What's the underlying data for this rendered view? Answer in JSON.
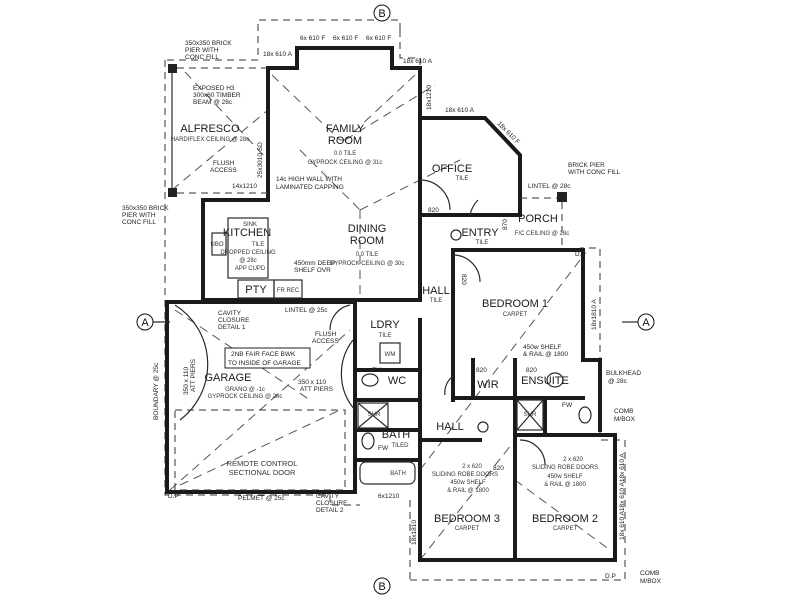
{
  "section_markers": {
    "top": "B",
    "bottom": "B",
    "left": "A",
    "right": "A"
  },
  "rooms": {
    "family": {
      "name1": "FAMILY",
      "name2": "ROOM",
      "finish": "GYPROCK CEILING @ 31c",
      "floor": "0.0 TILE"
    },
    "alfresco": {
      "name": "ALFRESCO",
      "finish": "HARDIFLEX CEILING @ 28c"
    },
    "kitchen": {
      "name": "KITCHEN",
      "sink": "SINK",
      "finish1": "DROPPED CEILING",
      "finish2": "@ 28c",
      "ubo": "UBO",
      "tile": "TILE",
      "cupd": "APP CUPD"
    },
    "dining": {
      "name1": "DINING",
      "name2": "ROOM",
      "finish": "GYPROCK CEILING @ 30c",
      "floor": "0.0 TILE"
    },
    "office": {
      "name": "OFFICE",
      "floor": "TILE"
    },
    "entry": {
      "name": "ENTRY",
      "floor": "TILE"
    },
    "porch": {
      "name": "PORCH",
      "finish": "F/C CEILING @ 28c"
    },
    "hall1": {
      "name": "HALL",
      "floor": "TILE"
    },
    "hall2": {
      "name": "HALL"
    },
    "bedroom1": {
      "name": "BEDROOM 1",
      "floor": "CARPET"
    },
    "ensuite": {
      "name": "ENSUITE"
    },
    "wir": {
      "name": "WIR"
    },
    "ldry": {
      "name": "LDRY",
      "floor": "TILE",
      "wm": "WM"
    },
    "wc": {
      "name": "WC"
    },
    "shr1": {
      "name": "SHR"
    },
    "shr2": {
      "name": "SHR"
    },
    "bath": {
      "name": "BATH",
      "floor": "TILED",
      "tub": "BATH"
    },
    "garage": {
      "name": "GARAGE",
      "finish1": "GRANO @ -1c",
      "finish2": "GYPROCK CEILING @ 28c"
    },
    "bedroom2": {
      "name": "BEDROOM 2",
      "floor": "CARPET"
    },
    "bedroom3": {
      "name": "BEDROOM 3",
      "floor": "CARPET"
    },
    "pty": {
      "name": "PTY"
    },
    "frrec": {
      "name": "FR REC"
    }
  },
  "notes": {
    "pier_tl": [
      "350x350 BRICK",
      "PIER WITH",
      "CONC FILL"
    ],
    "pier_bl": [
      "350x350 BRICK",
      "PIER WITH",
      "CONC FILL"
    ],
    "pier_porch": [
      "BRICK PIER",
      "WITH CONC FILL"
    ],
    "beam": [
      "EXPOSED H3",
      "300x60 TIMBER",
      "BEAM @ 28c"
    ],
    "flush1": [
      "FLUSH",
      "ACCESS"
    ],
    "flush2": [
      "FLUSH",
      "ACCESS"
    ],
    "highwall": [
      "14c HIGH WALL WITH",
      "LAMINATED CAPPING"
    ],
    "deep_shelf": [
      "450mm DEEP",
      "SHELF OVR"
    ],
    "fair_face": [
      "2NB FAIR FACE BWK",
      "TO INSIDE OF GARAGE"
    ],
    "cavity1": [
      "CAVITY",
      "CLOSURE",
      "DETAIL 1"
    ],
    "cavity2": [
      "CAVITY",
      "CLOSURE",
      "DETAIL 2"
    ],
    "piers": [
      "350 x 110",
      "ATT PIERS"
    ],
    "remote": [
      "REMOTE CONTROL",
      "SECTIONAL DOOR"
    ],
    "shelf1": [
      "450w SHELF",
      "& RAIL @ 1800"
    ],
    "shelf2": [
      "450w SHELF",
      "& RAIL @ 1800"
    ],
    "shelf3": [
      "450w SHELF",
      "& RAIL @ 1800"
    ],
    "robe1": [
      "2 x 620",
      "SLIDING ROBE DOORS"
    ],
    "robe2": [
      "2 x 620",
      "SLIDING ROBE DOORS"
    ],
    "bulkhead": [
      "BULKHEAD",
      "@ 28c"
    ],
    "comb1": [
      "COMB",
      "M/BOX"
    ],
    "comb2": [
      "COMB",
      "M/BOX"
    ],
    "lintel1": "LINTEL @ 25c",
    "lintel2": "LINTEL @ 28c",
    "pelmet": "PELMET @ 25c",
    "boundary": "BOUNDARY @ 25c",
    "win_top": [
      "6x 610 F",
      "6x 610 F",
      "6x 610 F"
    ],
    "win_18_610a_1": "18x 610 A",
    "win_18_610a_2": "18x 610 A",
    "win_18_610a_3": "18x 610 A",
    "win_18_610f": "18x 610 F",
    "win_18_1210": "18x1210",
    "win_14_1210": "14x1210",
    "win_6_1210": "6x1210",
    "door_sd": "25x3010 SD",
    "win_18_1810a": "18x1810 A",
    "win_18_1810": "18x1810",
    "win_bed2": "18x 610 A18x 610 A18x 610 A",
    "door_820": "820",
    "door_870": "870",
    "fw": "FW",
    "dp": "D.P"
  }
}
